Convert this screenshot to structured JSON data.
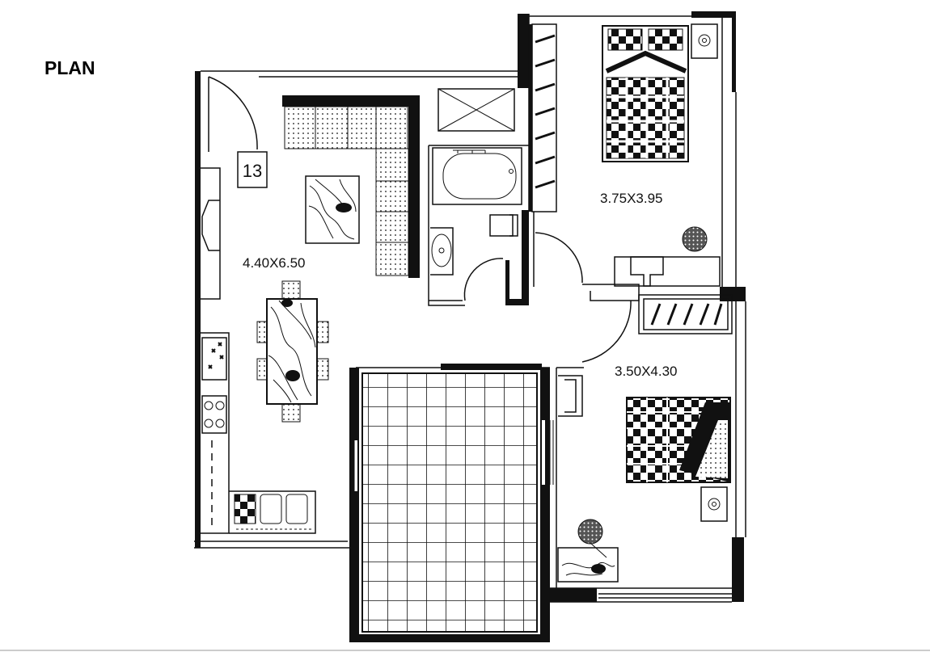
{
  "page": {
    "title": "PLAN"
  },
  "plan": {
    "unit_number": "13",
    "rooms": {
      "living": {
        "size": "4.40X6.50"
      },
      "bedroom_top": {
        "size": "3.75X3.95"
      },
      "bedroom_bottom": {
        "size": "3.50X4.30"
      }
    }
  },
  "colors": {
    "ink": "#111111",
    "background": "#ffffff"
  }
}
